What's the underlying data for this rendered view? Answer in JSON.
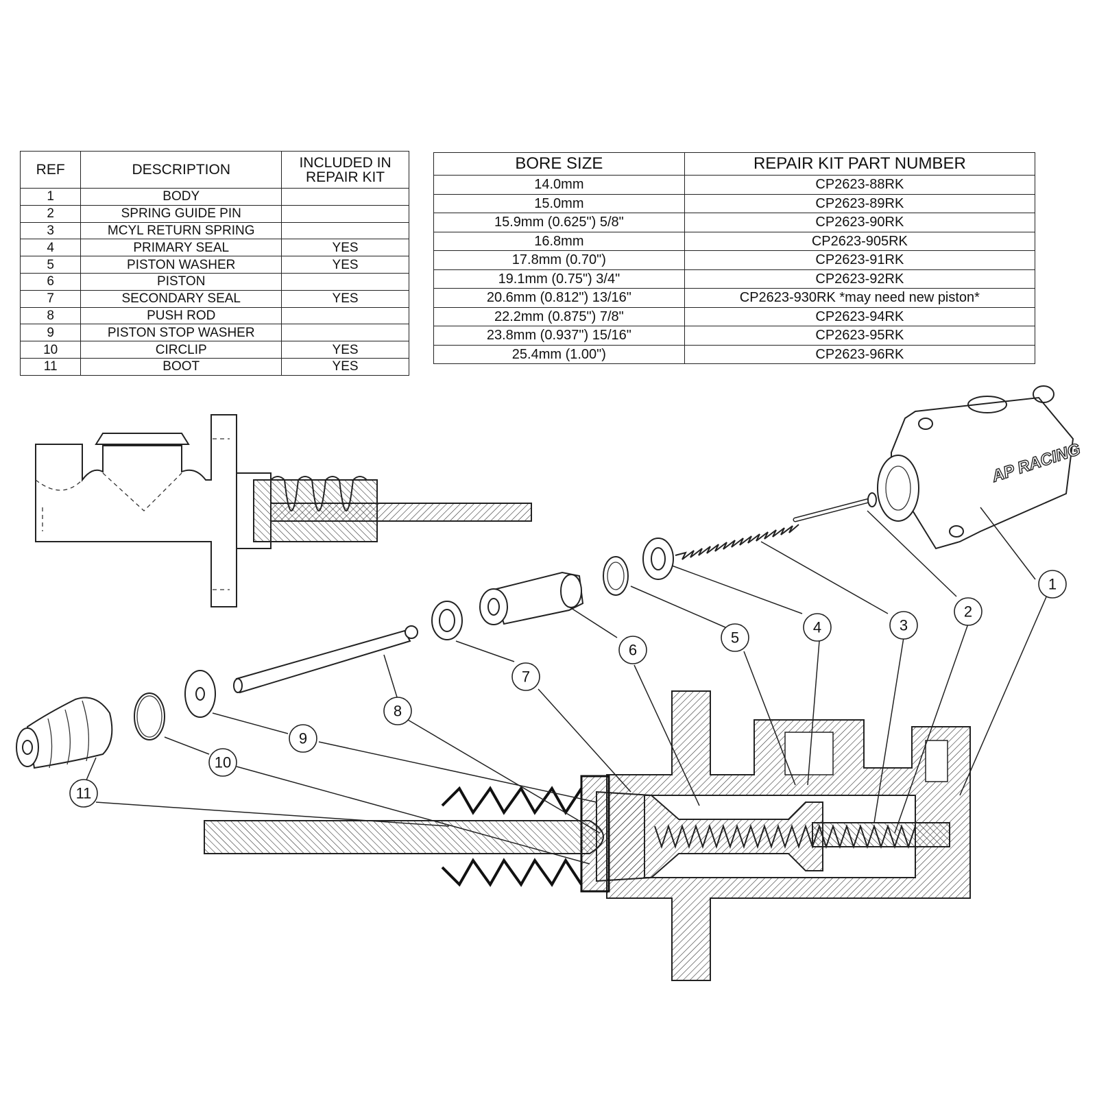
{
  "parts_table": {
    "headers": {
      "ref": "REF",
      "description": "DESCRIPTION",
      "included": "INCLUDED IN REPAIR KIT"
    },
    "rows": [
      {
        "ref": "1",
        "description": "BODY",
        "included": ""
      },
      {
        "ref": "2",
        "description": "SPRING GUIDE PIN",
        "included": ""
      },
      {
        "ref": "3",
        "description": "MCYL RETURN SPRING",
        "included": ""
      },
      {
        "ref": "4",
        "description": "PRIMARY SEAL",
        "included": "YES"
      },
      {
        "ref": "5",
        "description": "PISTON WASHER",
        "included": "YES"
      },
      {
        "ref": "6",
        "description": "PISTON",
        "included": ""
      },
      {
        "ref": "7",
        "description": "SECONDARY SEAL",
        "included": "YES"
      },
      {
        "ref": "8",
        "description": "PUSH ROD",
        "included": ""
      },
      {
        "ref": "9",
        "description": "PISTON STOP WASHER",
        "included": ""
      },
      {
        "ref": "10",
        "description": "CIRCLIP",
        "included": "YES"
      },
      {
        "ref": "11",
        "description": "BOOT",
        "included": "YES"
      }
    ]
  },
  "bore_table": {
    "headers": {
      "bore": "BORE SIZE",
      "part": "REPAIR KIT PART NUMBER"
    },
    "rows": [
      {
        "bore": "14.0mm",
        "part": "CP2623-88RK"
      },
      {
        "bore": "15.0mm",
        "part": "CP2623-89RK"
      },
      {
        "bore": "15.9mm (0.625\") 5/8\"",
        "part": "CP2623-90RK"
      },
      {
        "bore": "16.8mm",
        "part": "CP2623-905RK"
      },
      {
        "bore": "17.8mm (0.70\")",
        "part": "CP2623-91RK"
      },
      {
        "bore": "19.1mm (0.75\") 3/4\"",
        "part": "CP2623-92RK"
      },
      {
        "bore": "20.6mm (0.812\") 13/16\"",
        "part": "CP2623-930RK *may need new piston*"
      },
      {
        "bore": "22.2mm (0.875\") 7/8\"",
        "part": "CP2623-94RK"
      },
      {
        "bore": "23.8mm (0.937\") 15/16\"",
        "part": "CP2623-95RK"
      },
      {
        "bore": "25.4mm (1.00\")",
        "part": "CP2623-96RK"
      }
    ]
  },
  "brand_logo": "AP RACING",
  "callouts": [
    "1",
    "2",
    "3",
    "4",
    "5",
    "6",
    "7",
    "8",
    "9",
    "10",
    "11"
  ]
}
